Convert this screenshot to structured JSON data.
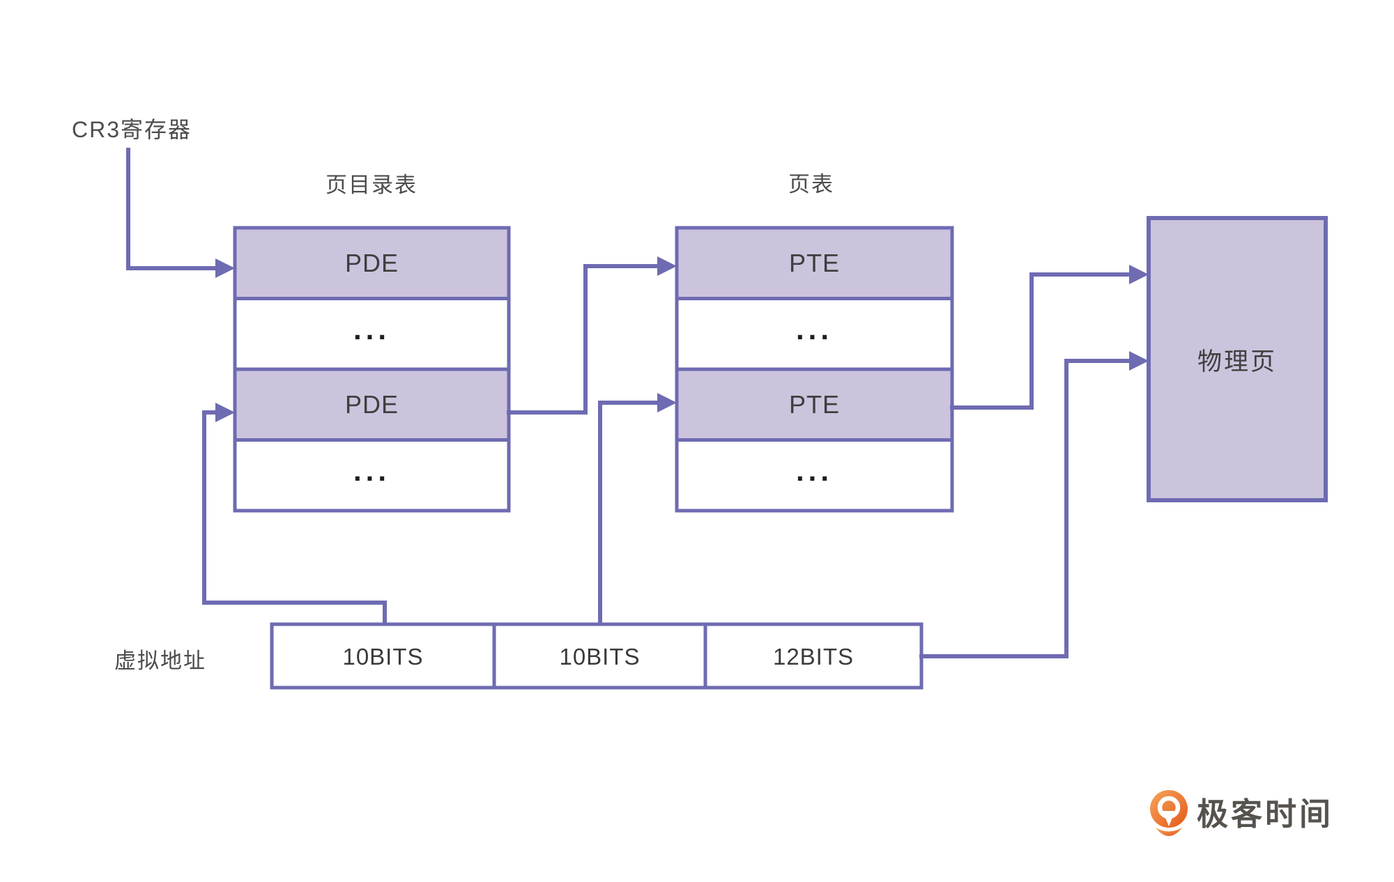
{
  "cr3": {
    "label": "CR3寄存器"
  },
  "page_directory": {
    "title": "页目录表",
    "rows": [
      "PDE",
      "...",
      "PDE",
      "..."
    ]
  },
  "page_table": {
    "title": "页表",
    "rows": [
      "PTE",
      "...",
      "PTE",
      "..."
    ]
  },
  "physical_page": {
    "label": "物理页"
  },
  "virtual_address": {
    "label": "虚拟地址",
    "cells": [
      "10BITS",
      "10BITS",
      "12BITS"
    ]
  },
  "logo": {
    "text": "极客时间"
  },
  "colors": {
    "line": "#6e6bb2",
    "box_fill": "#ccc4dd",
    "box_text": "#3f3f3f",
    "label_text": "#4c4c4c",
    "logo_orange_start": "#f6a55c",
    "logo_orange_end": "#e3591a",
    "logo_text": "#56524d",
    "background": "#ffffff"
  }
}
